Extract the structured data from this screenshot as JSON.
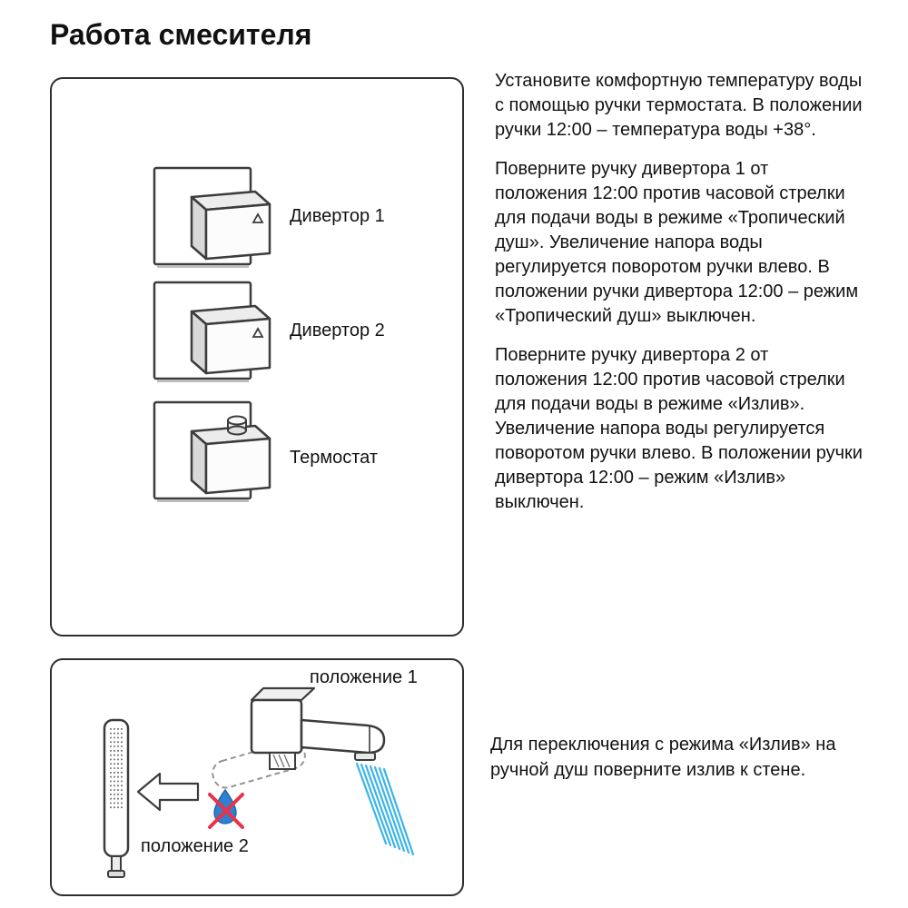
{
  "page": {
    "title": "Работа смесителя"
  },
  "valve_diagram": {
    "labels": {
      "divertor1": "Дивертор 1",
      "divertor2": "Дивертор 2",
      "thermostat": "Термостат"
    }
  },
  "spout_diagram": {
    "position1": "положение 1",
    "position2": "положение 2"
  },
  "instructions": {
    "paragraphs": [
      "Установите комфортную температуру воды с помощью ручки термостата. В положении ручки 12:00 – температура воды +38°.",
      "Поверните ручку дивертора 1 от положения 12:00 против часовой стрелки для подачи воды в режиме «Тропический душ». Увеличение напора воды регулируется поворотом ручки влево. В положении ручки дивертора 12:00 – режим «Тропический душ» выключен.",
      "Поверните ручку дивертора 2 от положения 12:00 против часовой стрелки для подачи воды в режиме «Излив». Увеличение напора воды регулируется поворотом ручки влево. В положении ручки дивертора 12:00 – режим «Излив» выключен."
    ],
    "bottom_note": "Для переключения с режима «Излив» на ручной душ поверните излив к стене."
  },
  "colors": {
    "spray_blue": "#3cb4e5",
    "drop_blue": "#2f80d0",
    "cross_red": "#e8334a",
    "line_dark": "#3c3c3c"
  }
}
